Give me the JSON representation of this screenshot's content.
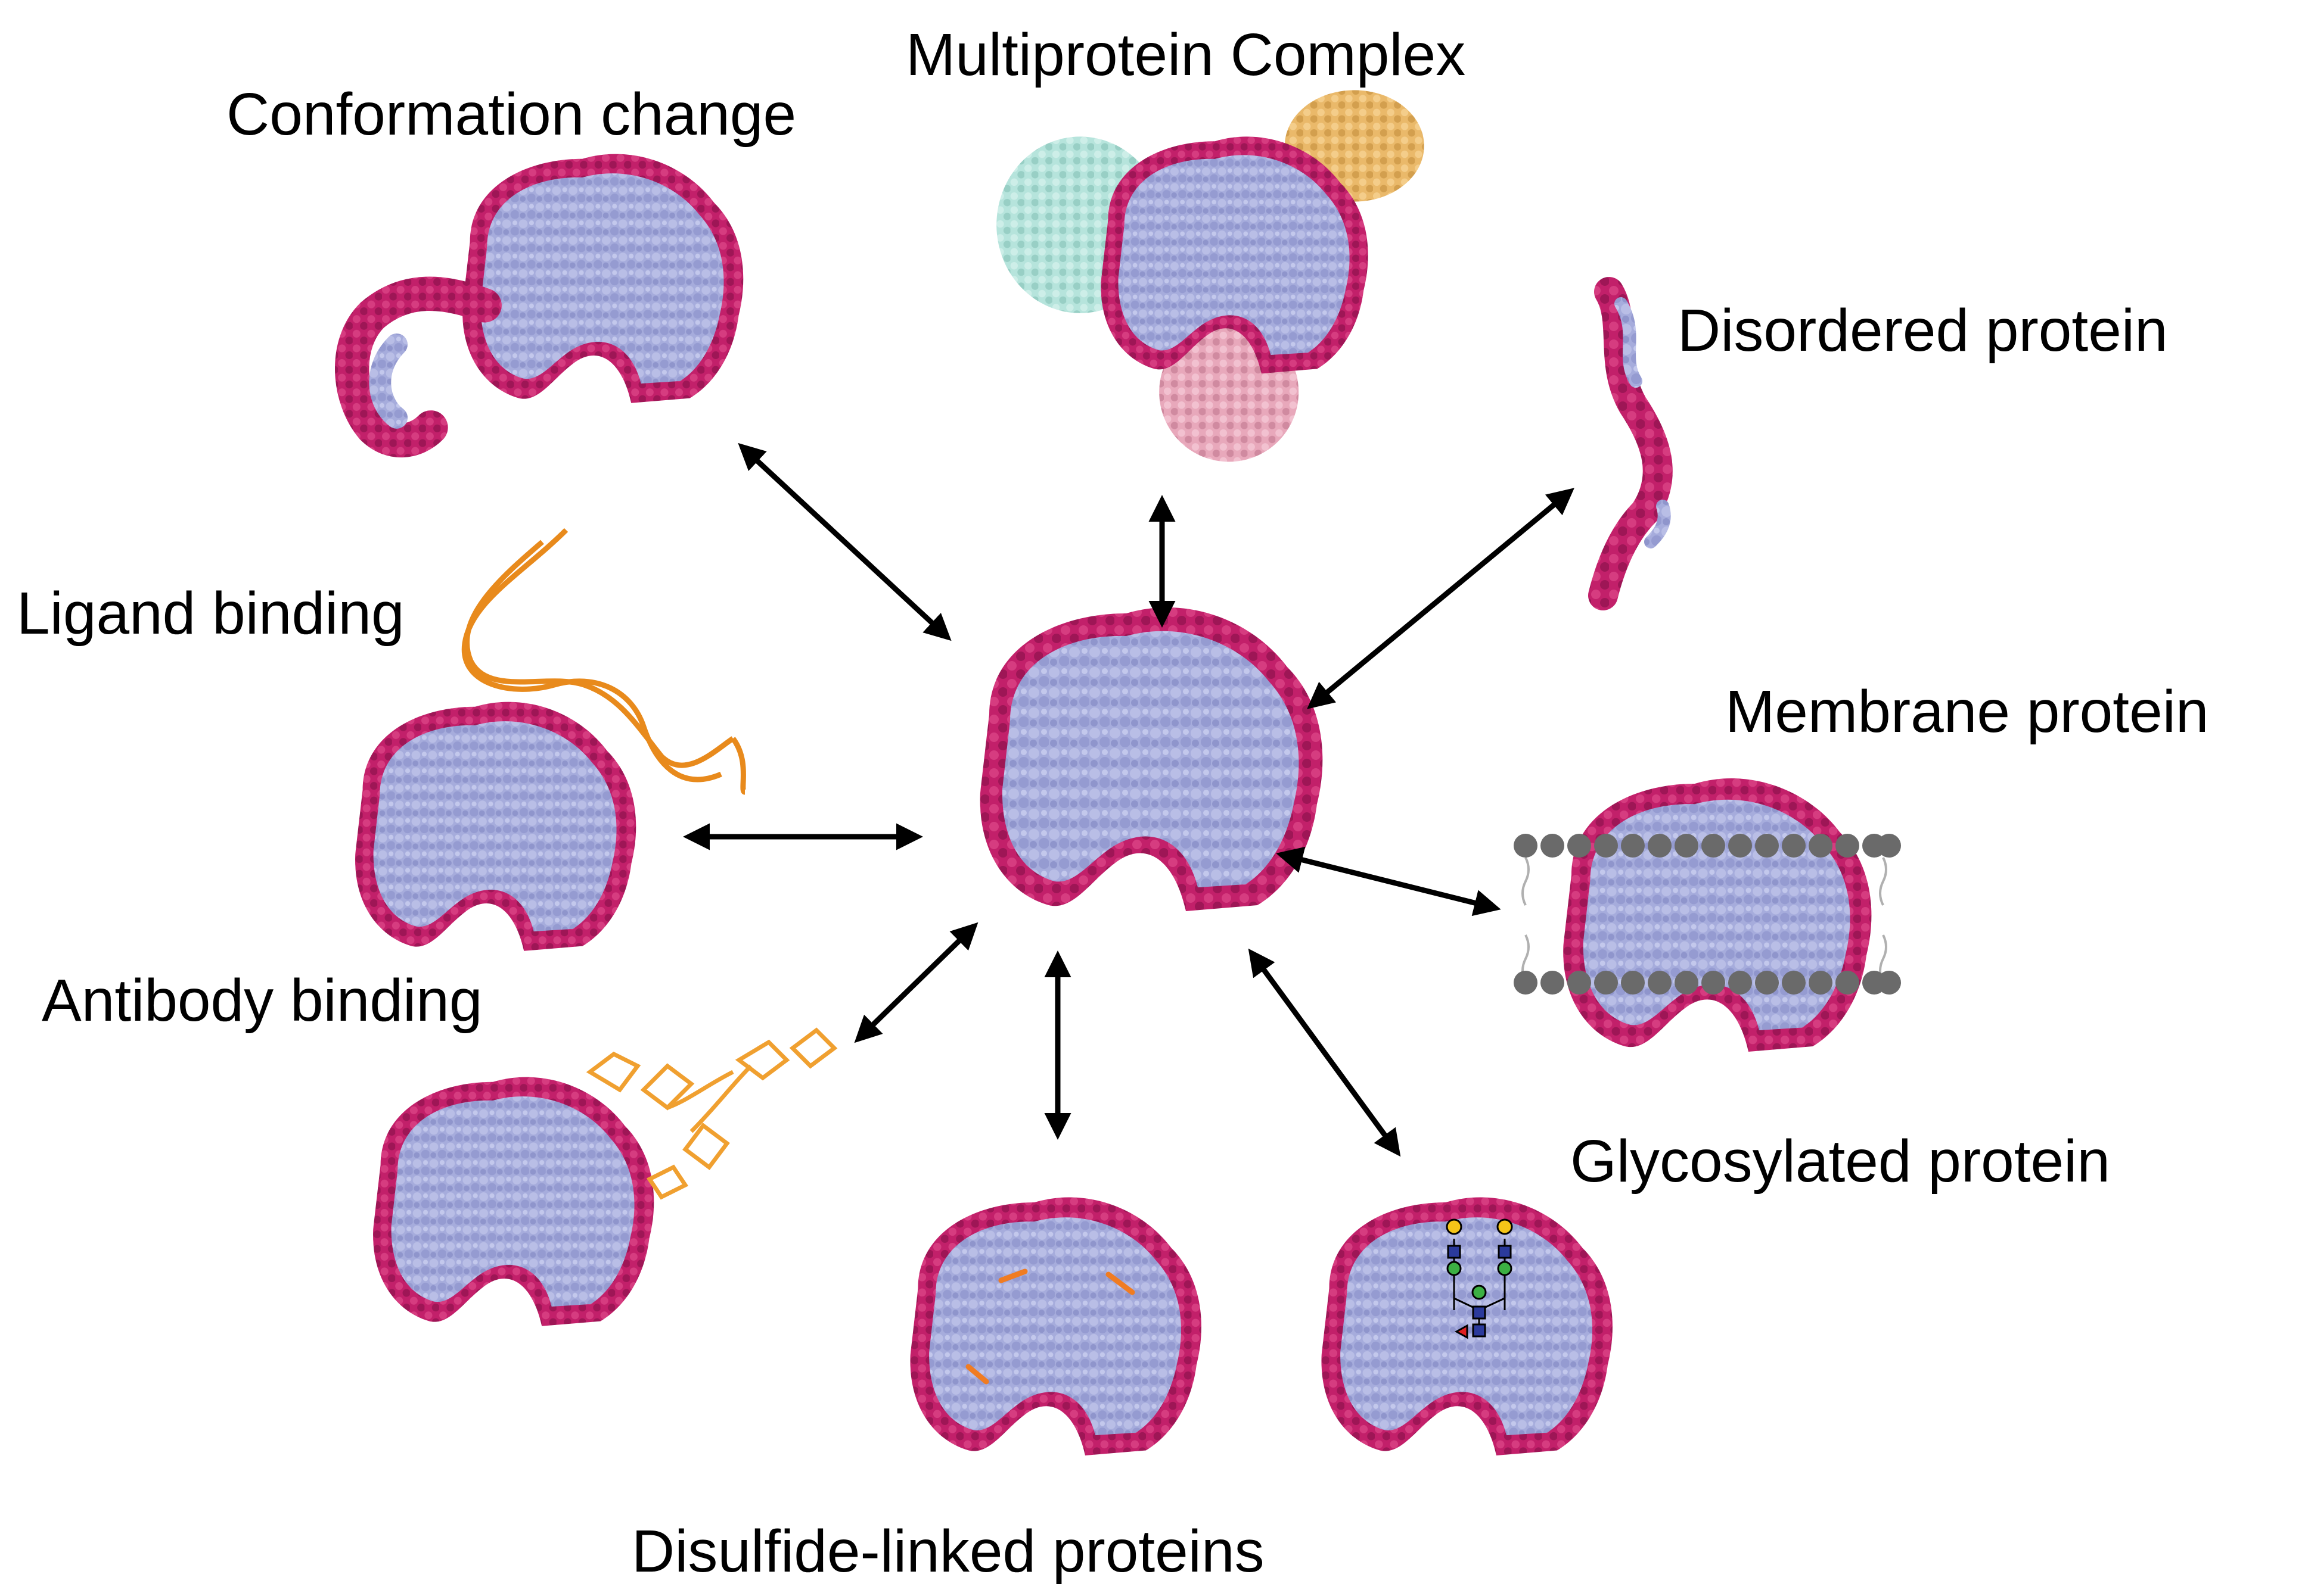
{
  "labels": {
    "multiprotein_complex": "Multiprotein Complex",
    "conformation_change": "Conformation change",
    "disordered_protein": "Disordered protein",
    "ligand_binding": "Ligand binding",
    "membrane_protein": "Membrane protein",
    "antibody_binding": "Antibody binding",
    "glycosylated_protein": "Glycosylated protein",
    "disulfide_linked_proteins": "Disulfide-linked proteins"
  },
  "colors": {
    "protein_core": "#a6acdc",
    "protein_core_dark": "#7d84c0",
    "protein_surface": "#c2206a",
    "protein_surface_dark": "#8e1450",
    "partner_cyan": "#b6e4dc",
    "partner_tan": "#eab96a",
    "partner_pink": "#e8a8bb",
    "nucleic_acid": "#e88a1c",
    "antibody": "#f0a030",
    "disulfide_bond": "#f07c22",
    "membrane_head": "#6a6a6a",
    "membrane_tail": "#b0b0b0",
    "arrow": "#000000",
    "glycan_blue": "#2b3a9c",
    "glycan_green": "#3cb043",
    "glycan_yellow": "#f5c518",
    "glycan_red": "#e02020"
  }
}
